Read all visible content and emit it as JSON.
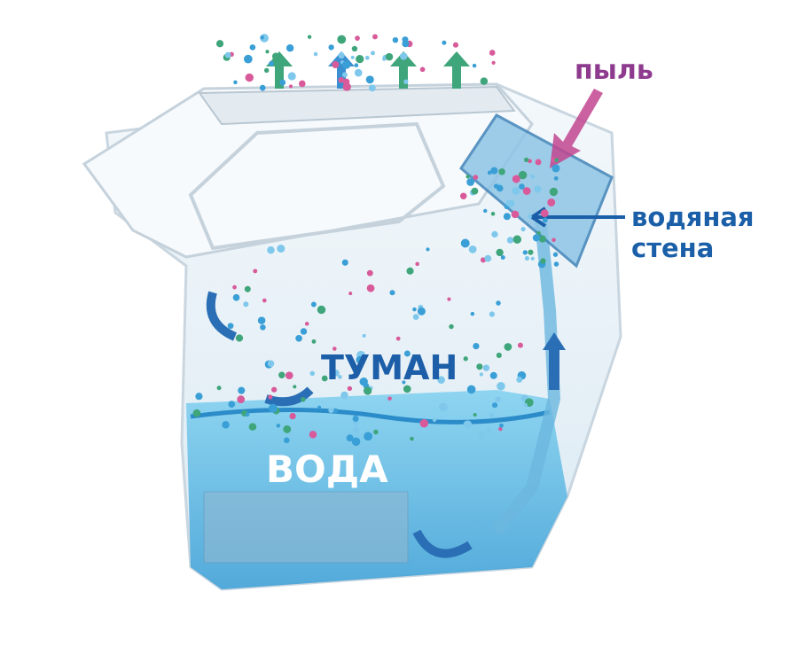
{
  "labels": {
    "dust": "пыль",
    "water_wall": "водяная стена",
    "mist": "ТУМАН",
    "water": "ВОДА"
  },
  "colors": {
    "dust_label": "#8e3a8e",
    "dust_arrow": "#c2458f",
    "blue_label": "#1a5fa8",
    "water": "#4fb3e0",
    "outline": "#c9d6e0"
  }
}
